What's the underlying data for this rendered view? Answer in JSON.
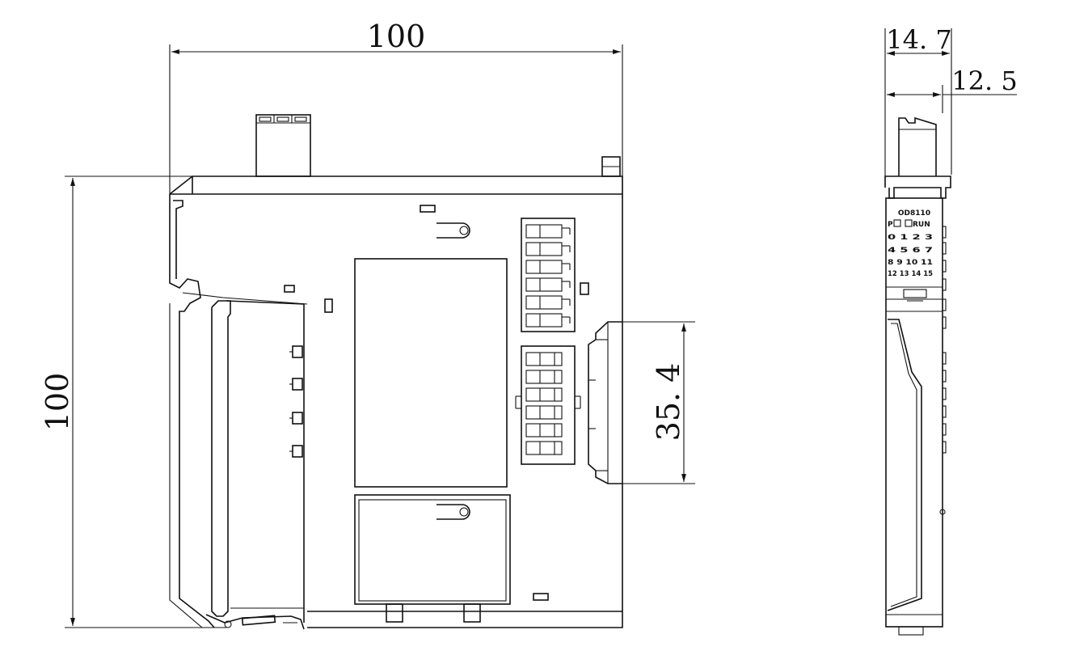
{
  "dimensions": {
    "front_width": "100",
    "front_height": "100",
    "rail_height": "35. 4",
    "side_depth_outer": "14. 7",
    "side_depth_inner": "12. 5"
  },
  "side_labels": {
    "model": "OD8110",
    "led_p": "P",
    "led_run": "RUN",
    "row1": "0 1 2 3",
    "row2": "4 5 6 7",
    "row3": "8 9 10 11",
    "row4": "12 13 14 15"
  },
  "colors": {
    "line": "#111111",
    "background": "#ffffff"
  }
}
